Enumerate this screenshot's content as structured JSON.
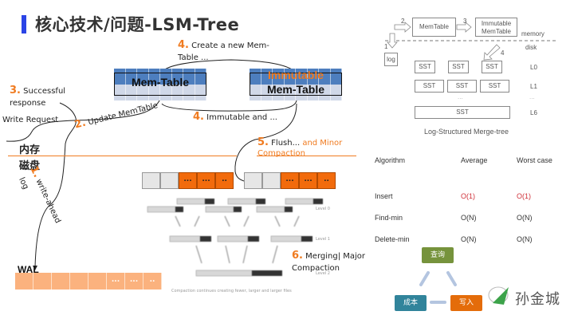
{
  "title": "核心技术/问题-LSM-Tree",
  "steps": {
    "s1": {
      "num": "1.",
      "text_a": "log",
      "text_b": "write-ahead"
    },
    "s2": {
      "num": "2.",
      "text": "Update MemTable"
    },
    "s3": {
      "num": "3.",
      "text": "Successful response"
    },
    "s4a": {
      "num": "4.",
      "text": "Create a new Mem-Table ..."
    },
    "s4b": {
      "num": "4.",
      "text": "Immutable and ..."
    },
    "s5": {
      "num": "5.",
      "text": "Flush...",
      "text_orange": "and Minor Compaction"
    },
    "s6": {
      "num": "6.",
      "text": "Merging| Major Compaction"
    }
  },
  "write_request": "Write Request",
  "memory_label": "内存",
  "disk_label": "磁盘",
  "memtable_label": "Mem-Table",
  "immutable_label": "Immutable",
  "immutable_memtable_label": "Mem-Table",
  "wal_label": "WAL",
  "wal_cells": [
    "",
    "",
    "",
    "",
    "",
    "...",
    "...",
    ".."
  ],
  "sst_bar_left": [
    "",
    "",
    "...",
    "...",
    ".."
  ],
  "sst_bar_right": [
    "",
    "",
    "...",
    "...",
    ".."
  ],
  "compaction_caption": "Compaction continues creating fewer, larger and larger files",
  "level_labels": [
    "Level 0",
    "Level 1",
    "Level 2"
  ],
  "lsm_figure": {
    "memtable": "MemTable",
    "immutable": "Immutable MemTable",
    "memory": "memory",
    "disk": "disk",
    "log": "log",
    "arrows": [
      "1",
      "2",
      "3",
      "4"
    ],
    "sst": "SST",
    "levels": [
      "L0",
      "L1",
      "...",
      "L6"
    ],
    "caption": "Log-Structured Merge-tree"
  },
  "complexity_table": {
    "headers": [
      "Algorithm",
      "Average",
      "Worst case"
    ],
    "rows": [
      [
        "Insert",
        "O(1)",
        "O(1)"
      ],
      [
        "Find-min",
        "O(N)",
        "O(N)"
      ],
      [
        "Delete-min",
        "O(N)",
        "O(N)"
      ]
    ]
  },
  "triangle": {
    "top": "查询",
    "left": "成本",
    "right": "写入",
    "colors": {
      "top": "#76933c",
      "left": "#31849b",
      "right": "#e46c0a"
    }
  },
  "watermark": "孙金城"
}
